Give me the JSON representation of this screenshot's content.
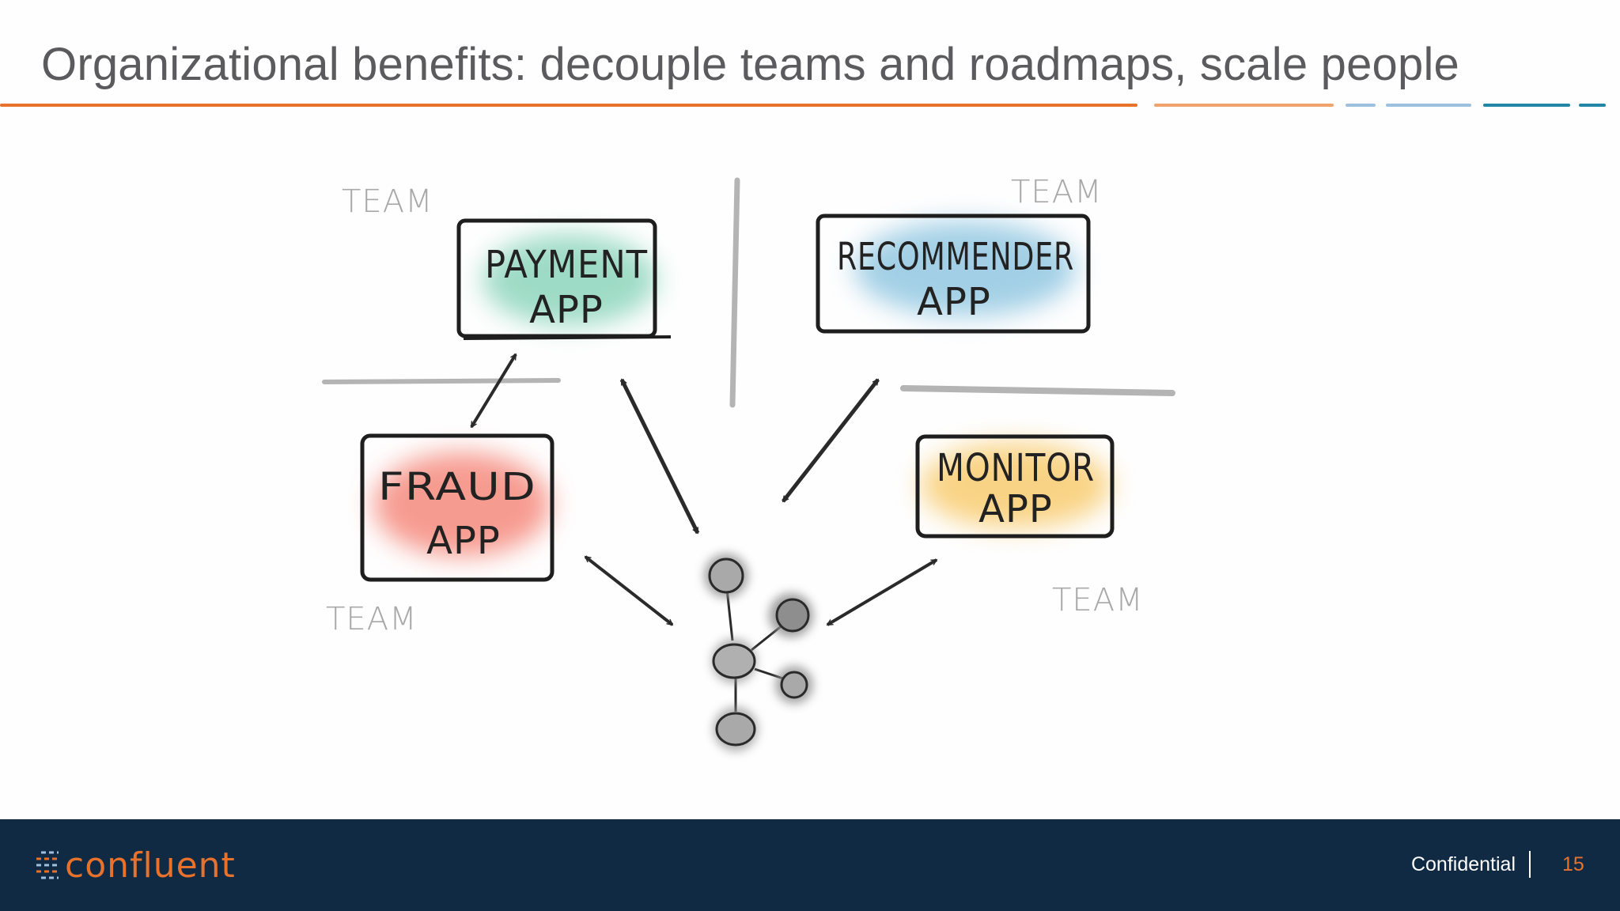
{
  "title": "Organizational benefits: decouple teams and roadmaps, scale people",
  "diagram": {
    "team_label": "TEAM",
    "apps": [
      {
        "line1": "PAYMENT",
        "line2": "APP",
        "color": "#7fd0b4"
      },
      {
        "line1": "RECOMMENDER",
        "line2": "APP",
        "color": "#8cc4e0"
      },
      {
        "line1": "FRAUD",
        "line2": "APP",
        "color": "#f47a6c"
      },
      {
        "line1": "MONITOR",
        "line2": "APP",
        "color": "#f8c968"
      }
    ]
  },
  "footer": {
    "brand": "confluent",
    "confidential": "Confidential",
    "page_number": "15"
  },
  "colors": {
    "accent_orange": "#e8722c",
    "accent_blue": "#2486a6",
    "footer_bg": "#102a43"
  }
}
